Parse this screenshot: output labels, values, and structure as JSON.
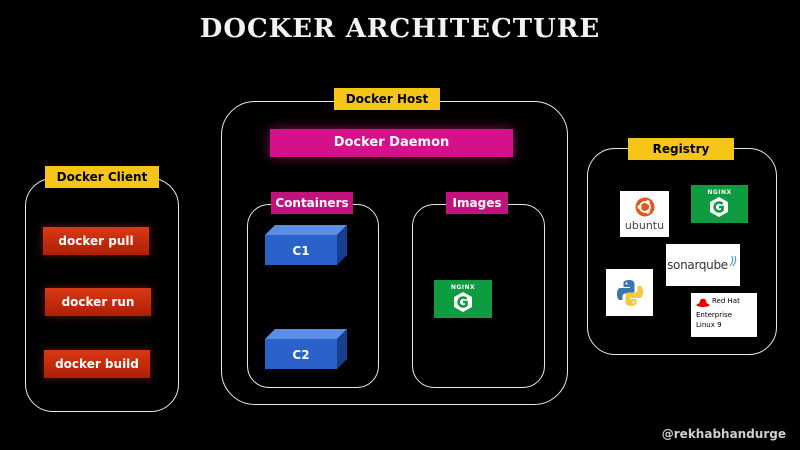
{
  "title": "DOCKER ARCHITECTURE",
  "client": {
    "label": "Docker Client",
    "commands": [
      "docker pull",
      "docker run",
      "docker build"
    ]
  },
  "host": {
    "label": "Docker Host",
    "daemon": "Docker Daemon",
    "containers": {
      "label": "Containers",
      "items": [
        "C1",
        "C2"
      ]
    },
    "images": {
      "label": "Images"
    }
  },
  "registry": {
    "label": "Registry",
    "logos": {
      "ubuntu": "ubuntu",
      "nginx": "NGINX",
      "sonarqube": "sonarqube",
      "python": "python",
      "redhat_1": "Red Hat",
      "redhat_2": "Enterprise",
      "redhat_3": "Linux 9"
    }
  },
  "handle": "@rekhabhandurge",
  "colors": {
    "yellow_label": "#f5c518",
    "magenta": "#d4118a",
    "command_red": "#c42b0c",
    "container_blue": "#2a62c9",
    "nginx_green": "#0f9b3f"
  }
}
